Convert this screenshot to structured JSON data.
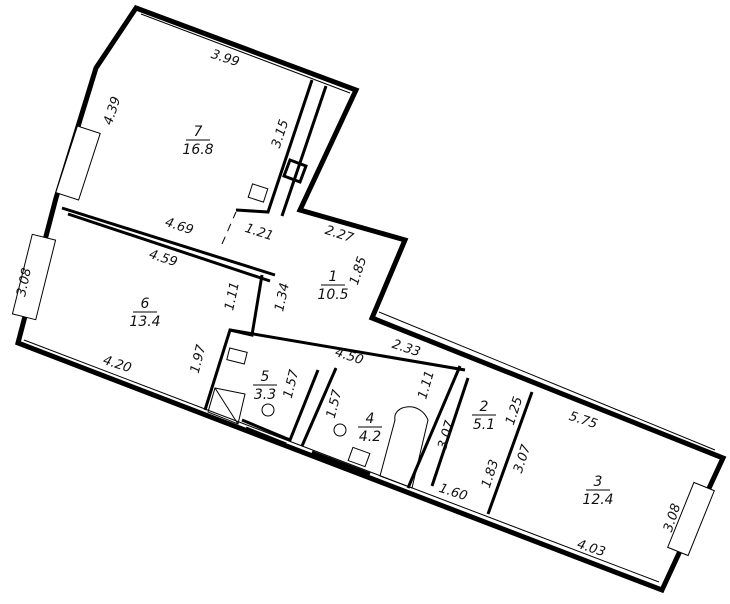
{
  "rooms": [
    {
      "id": "1",
      "number": "1",
      "area": "10.5"
    },
    {
      "id": "2",
      "number": "2",
      "area": "5.1"
    },
    {
      "id": "3",
      "number": "3",
      "area": "12.4"
    },
    {
      "id": "4",
      "number": "4",
      "area": "4.2"
    },
    {
      "id": "5",
      "number": "5",
      "area": "3.3"
    },
    {
      "id": "6",
      "number": "6",
      "area": "13.4"
    },
    {
      "id": "7",
      "number": "7",
      "area": "16.8"
    }
  ],
  "dimensions": [
    "3.99",
    "4.39",
    "3.15",
    "1.21",
    "2.27",
    "4.69",
    "4.59",
    "3.08",
    "1.11",
    "1.34",
    "1.85",
    "4.20",
    "1.97",
    "1.57",
    "4.50",
    "2.33",
    "1.11",
    "1.57",
    "3.07",
    "1.25",
    "5.75",
    "3.07",
    "1.83",
    "1.60",
    "4.03",
    "3.08"
  ]
}
